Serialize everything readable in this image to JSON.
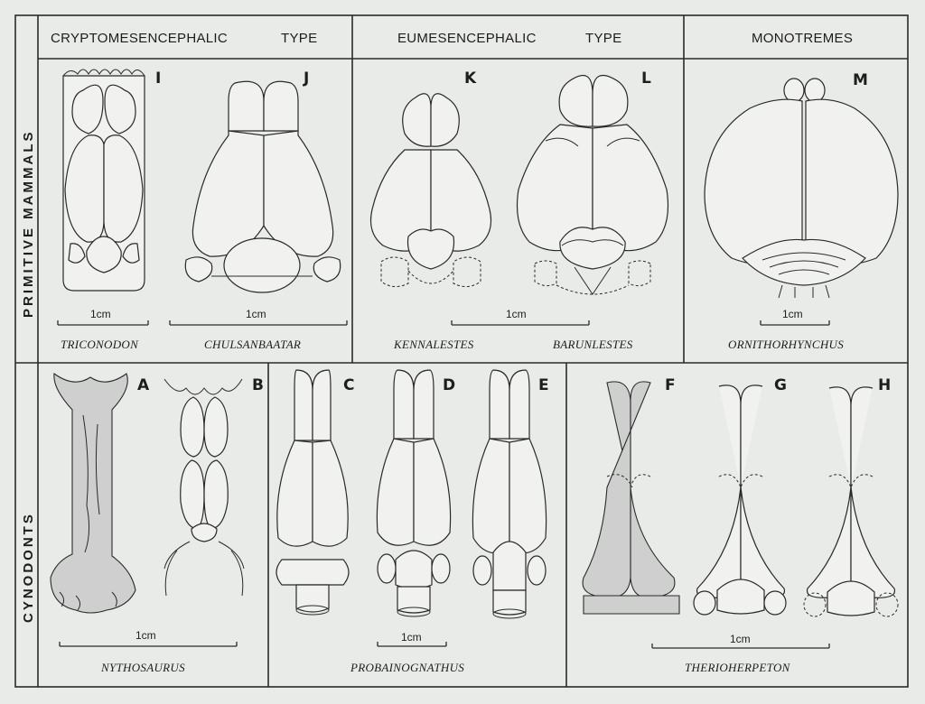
{
  "row_labels": {
    "top": "PRIMITIVE MAMMALS",
    "bottom": "CYNODONTS"
  },
  "column_headers": [
    {
      "text": "CRYPTOMESENCEPHALIC",
      "suffix": "TYPE"
    },
    {
      "text": "EUMESENCEPHALIC",
      "suffix": "TYPE"
    },
    {
      "text": "MONOTREMES"
    }
  ],
  "panels": {
    "A": "A",
    "B": "B",
    "C": "C",
    "D": "D",
    "E": "E",
    "F": "F",
    "G": "G",
    "H": "H",
    "I": "I",
    "J": "J",
    "K": "K",
    "L": "L",
    "M": "M"
  },
  "taxa": {
    "triconodon": "TRICONODON",
    "chulsanbaatar": "CHULSANBAATAR",
    "kennalestes": "KENNALESTES",
    "barunlestes": "BARUNLESTES",
    "ornithorhynchus": "ORNITHORHYNCHUS",
    "nythosaurus": "NYTHOSAURUS",
    "probainognathus": "PROBAINOGNATHUS",
    "therioherpeton": "THERIOHERPETON"
  },
  "scale_label": "1cm"
}
